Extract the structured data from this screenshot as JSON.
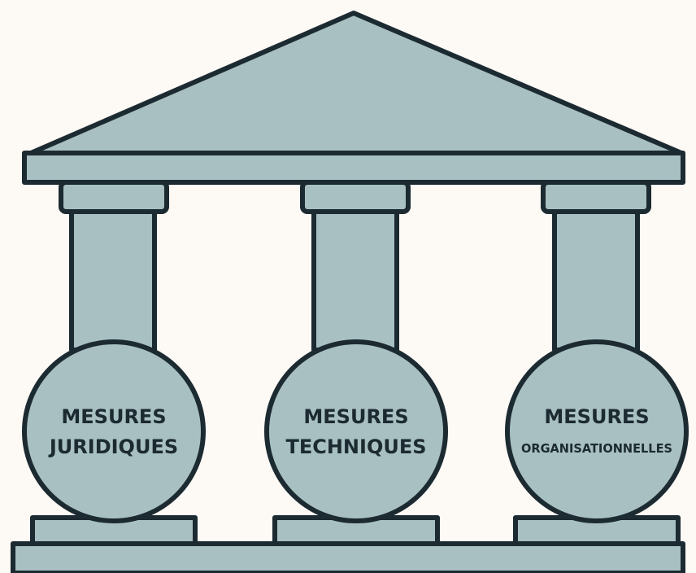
{
  "colors": {
    "background": "#fdf9f5",
    "fill": "#a8c0c1",
    "outline": "#1c2a31"
  },
  "pillars": [
    {
      "line1": "MESURES",
      "line2": "JURIDIQUES"
    },
    {
      "line1": "MESURES",
      "line2": "TECHNIQUES"
    },
    {
      "line1": "MESURES",
      "line2": "ORGANISATIONNELLES"
    }
  ]
}
